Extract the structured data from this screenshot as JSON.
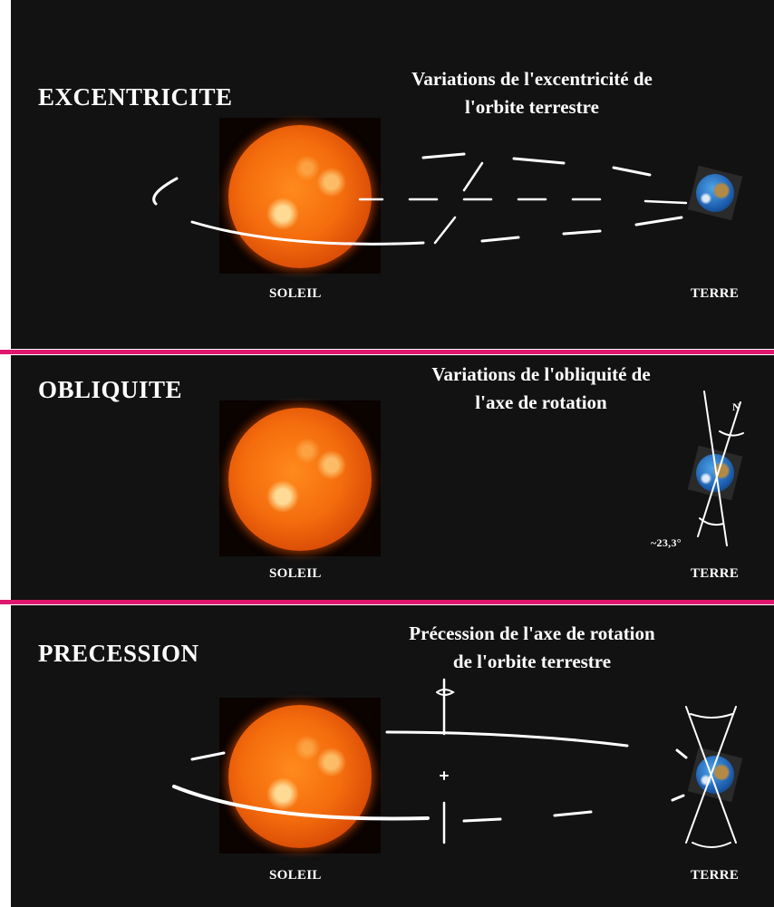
{
  "colors": {
    "background": "#121212",
    "divider": "#e0176e",
    "text": "#ffffff"
  },
  "panels": {
    "eccentricity": {
      "title": "EXCENTRICITE",
      "caption": "Variations de l'excentricité de\nl'orbite terrestre",
      "sun_label": "SOLEIL",
      "earth_label": "TERRE"
    },
    "obliquity": {
      "title": "OBLIQUITE",
      "caption": "Variations de l'obliquité de\nl'axe de rotation",
      "sun_label": "SOLEIL",
      "earth_label": "TERRE",
      "north_label": "N",
      "angle_label": "~23,3°"
    },
    "precession": {
      "title": "PRECESSION",
      "caption": "Précession de l'axe de rotation\nde l'orbite terrestre",
      "sun_label": "SOLEIL",
      "earth_label": "TERRE"
    }
  }
}
